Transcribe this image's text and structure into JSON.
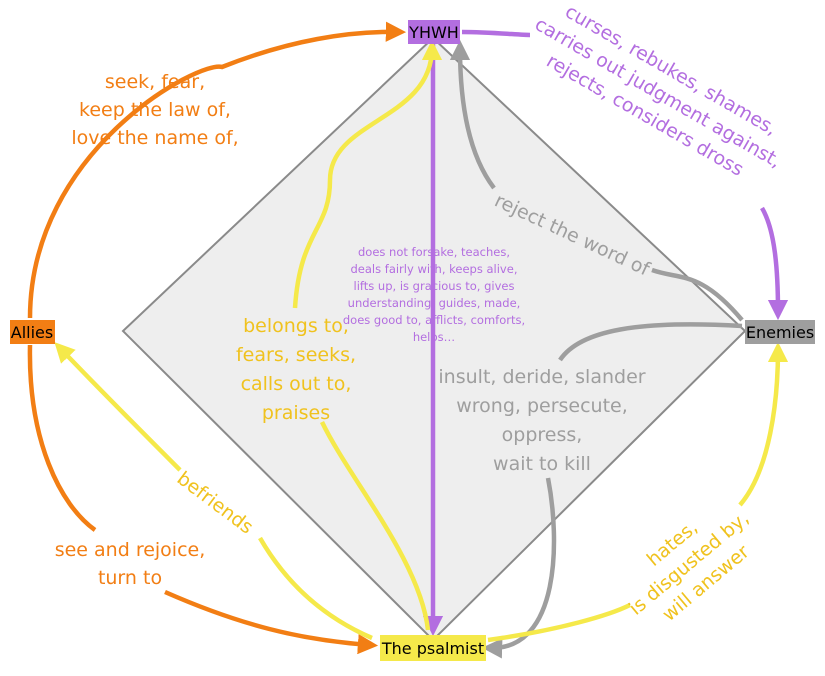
{
  "nodes": {
    "yhwh": "YHWH",
    "allies": "Allies",
    "enemies": "Enemies",
    "psalmist": "The psalmist"
  },
  "edges": {
    "allies_to_yhwh": [
      "seek, fear,",
      "keep the law of,",
      "love the name of,"
    ],
    "yhwh_to_enemies": [
      "curses, rebukes, shames,",
      "carries out judgment against,",
      "rejects, considers dross"
    ],
    "enemies_to_yhwh": "reject the word of",
    "yhwh_to_psalmist": [
      "does not forsake, teaches,",
      "deals fairly with, keeps alive,",
      "lifts up, is gracious to, gives",
      "understanding, guides, made,",
      "does good to, afflicts, comforts,",
      "helps…"
    ],
    "psalmist_to_yhwh": [
      "belongs to,",
      "fears, seeks,",
      "calls out to,",
      "praises"
    ],
    "enemies_to_psalmist": [
      "insult, deride, slander",
      "wrong, persecute,",
      "oppress,",
      "wait to kill"
    ],
    "psalmist_to_allies": "befriends",
    "allies_to_psalmist": [
      "see and rejoice,",
      "turn to"
    ],
    "psalmist_to_enemies": [
      "hates,",
      "is disgusted by,",
      "will answer"
    ]
  },
  "colors": {
    "orange": "#F27E14",
    "yellow": "#F5E94A",
    "yellow_text": "#F0C21E",
    "purple": "#B36EE0",
    "gray": "#9E9E9E",
    "diamond_fill": "#EEEEEE",
    "diamond_stroke": "#8A8A8A",
    "yhwh_box": "#B36EE0",
    "allies_box": "#F27E14",
    "enemies_box": "#9E9E9E",
    "psalmist_box": "#F5E94A"
  }
}
